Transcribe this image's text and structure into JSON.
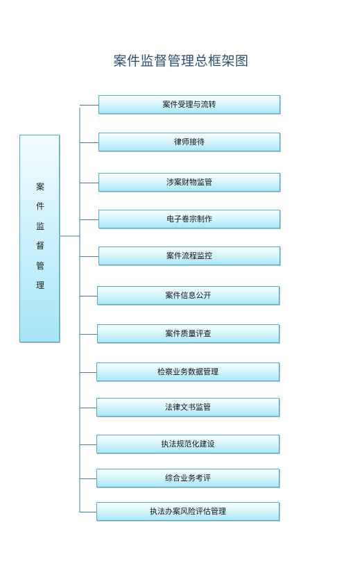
{
  "title": "案件监督管理总框架图",
  "root": {
    "chars": [
      "案",
      "件",
      "监",
      "督",
      "管",
      "理"
    ]
  },
  "items": [
    "案件受理与流转",
    "律师接待",
    "涉案财物监管",
    "电子卷宗制作",
    "案件流程监控",
    "案件信息公开",
    "案件质量评查",
    "检察业务数据管理",
    "法律文书监管",
    "执法规范化建设",
    "综合业务考评",
    "执法办案风险评估管理"
  ],
  "colors": {
    "line": "#4a7a8c",
    "border": "#5aa9c2",
    "fill": "#bdeefa",
    "title": "#2f4f6f"
  }
}
